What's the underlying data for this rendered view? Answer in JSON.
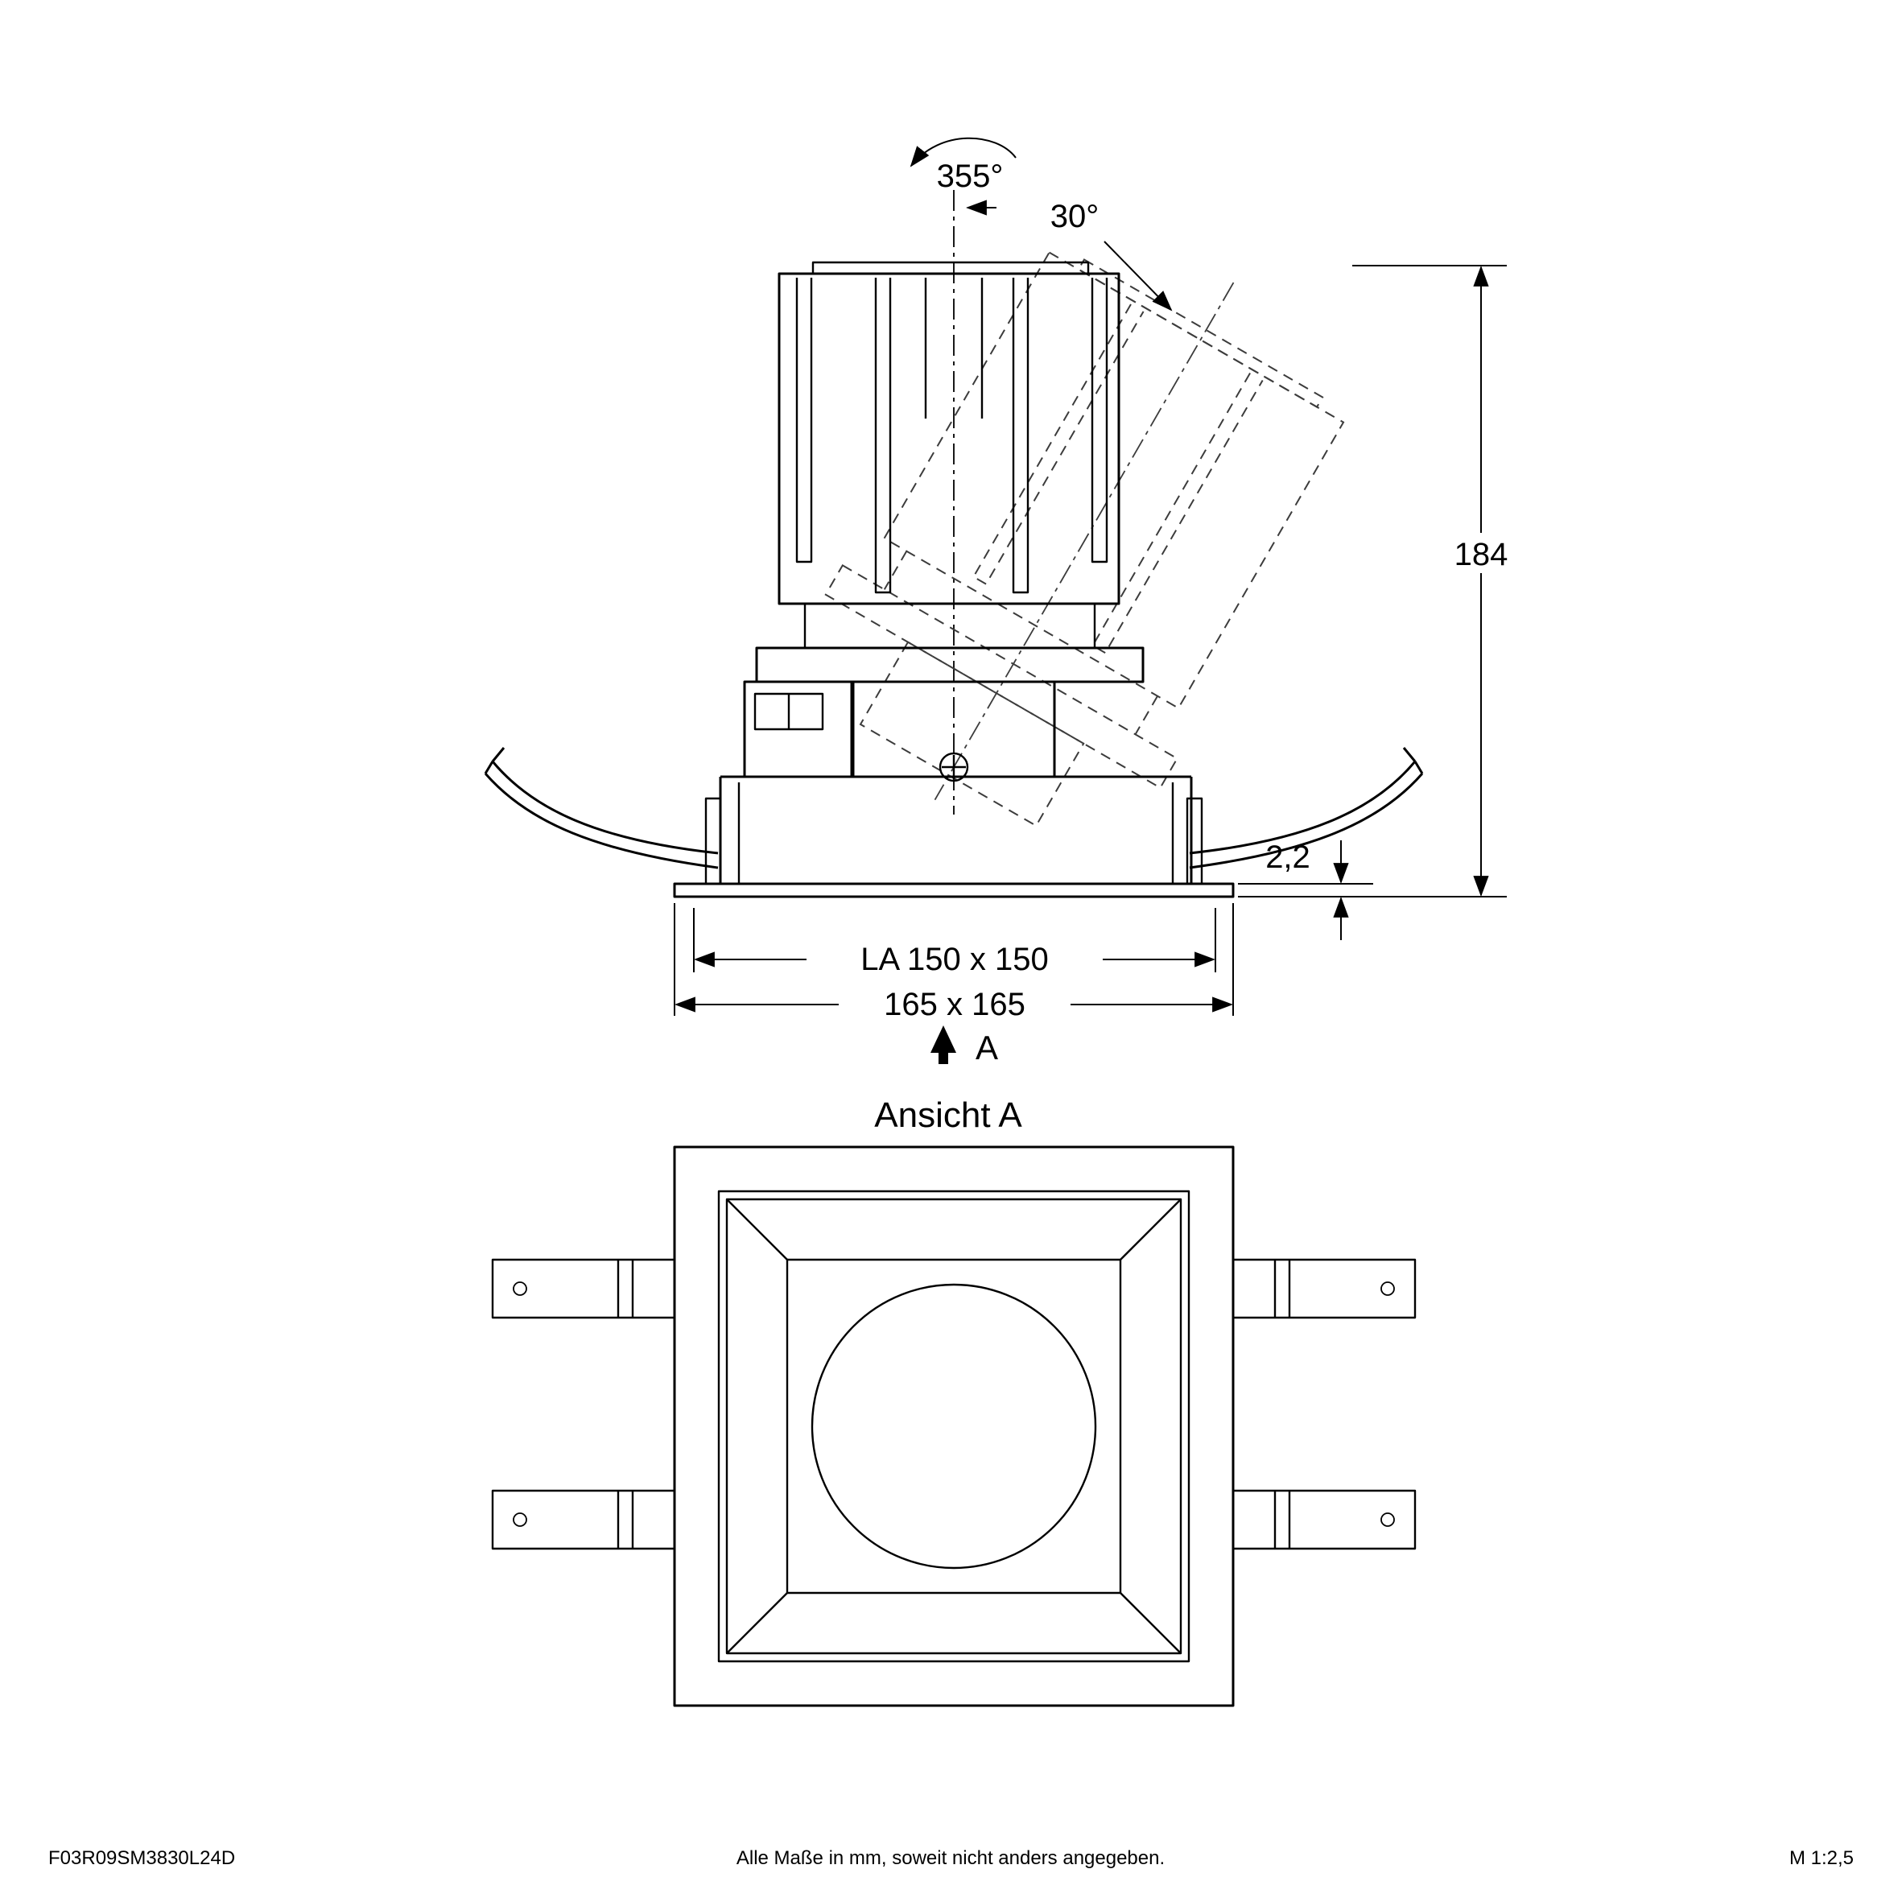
{
  "side_view": {
    "rotation_label": "355°",
    "tilt_label": "30°",
    "height_label": "184",
    "thickness_label": "2,2",
    "cutout_label": "LA 150 x 150",
    "overall_label": "165 x 165",
    "section_marker": "A"
  },
  "front_view": {
    "title": "Ansicht A"
  },
  "footer": {
    "article_number": "F03R09SM3830L24D",
    "note": "Alle Maße in mm, soweit nicht anders angegeben.",
    "scale": "M 1:2,5"
  }
}
